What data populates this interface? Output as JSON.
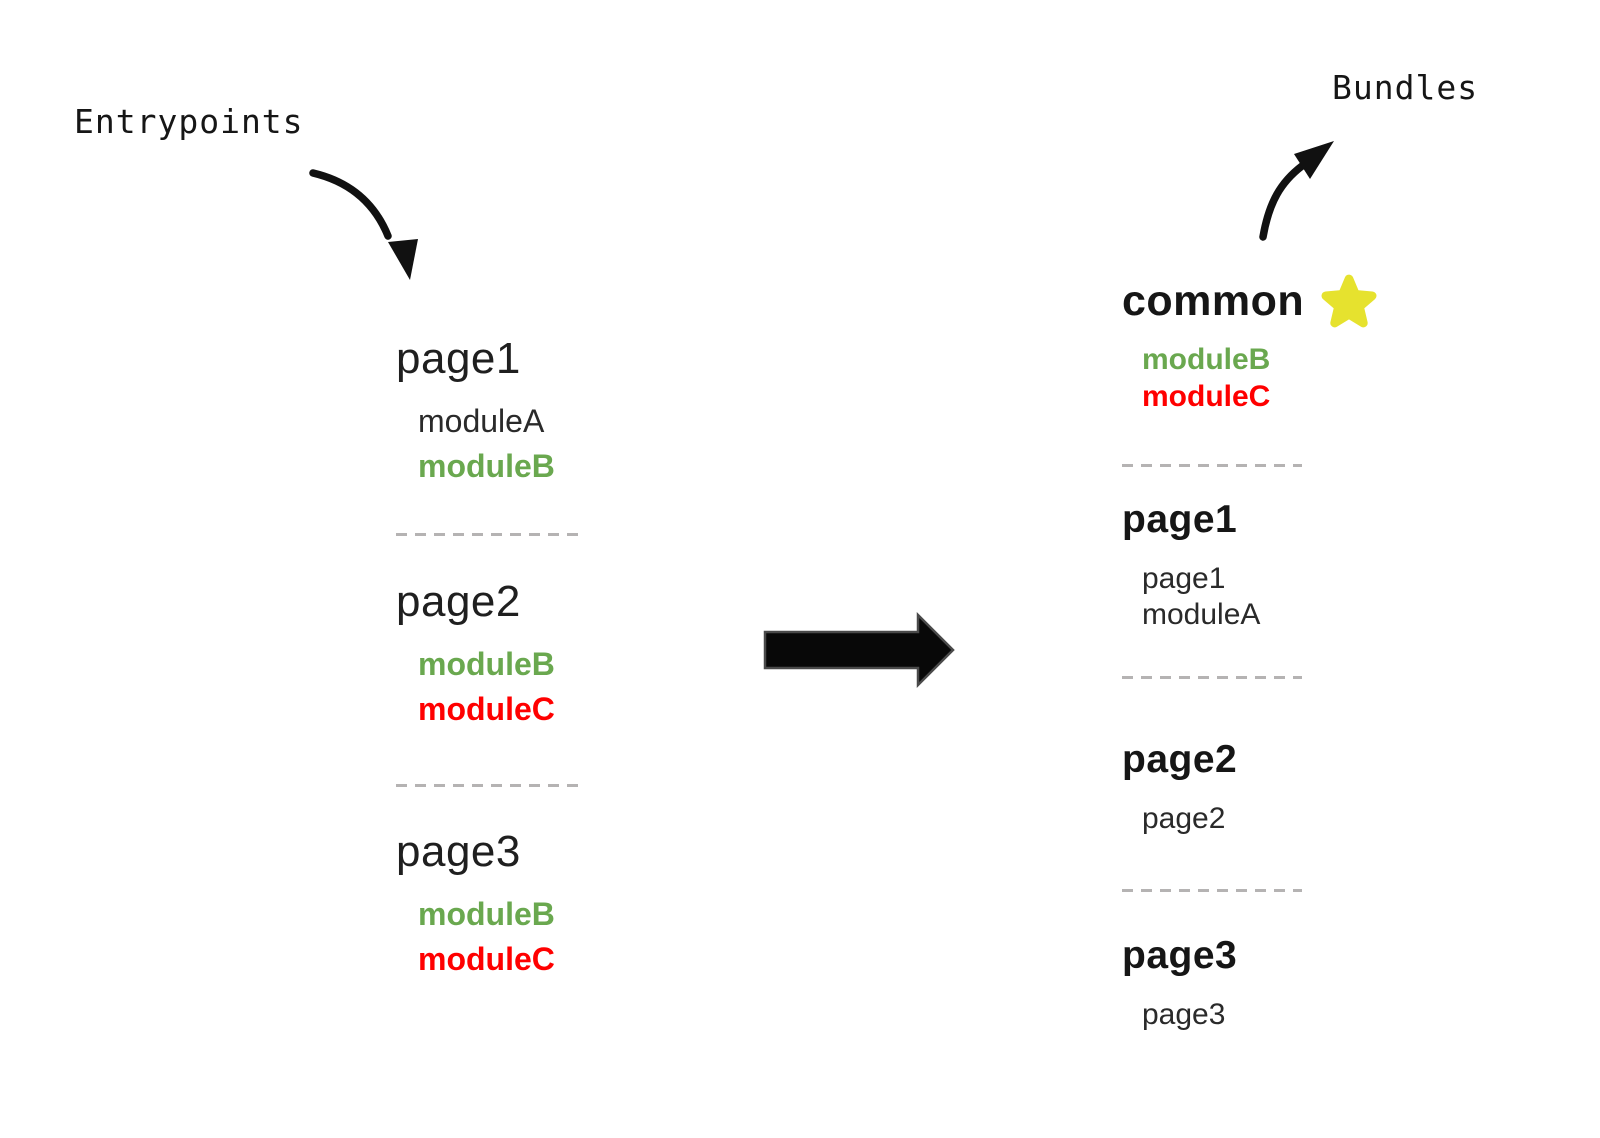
{
  "colors": {
    "bg": "#ffffff",
    "ink": "#161616",
    "green": "#6aa84f",
    "red": "#ff0000",
    "star": "#e6e22e",
    "dash": "#b5b3b3",
    "arrow": "#111111",
    "bigArrowFill": "#080808",
    "bigArrowStroke": "#4a4a4a"
  },
  "labels": {
    "entrypoints": "Entrypoints",
    "bundles": "Bundles"
  },
  "icons": {
    "common_badge": "star-icon",
    "flow": "right-arrow-icon",
    "entry_pointer": "curved-arrow-icon",
    "bundle_pointer": "curved-arrow-icon"
  },
  "entrypoints": [
    {
      "title": "page1",
      "modules": [
        {
          "name": "moduleA",
          "color": "black",
          "bold": false
        },
        {
          "name": "moduleB",
          "color": "green",
          "bold": true
        }
      ]
    },
    {
      "title": "page2",
      "modules": [
        {
          "name": "moduleB",
          "color": "green",
          "bold": true
        },
        {
          "name": "moduleC",
          "color": "red",
          "bold": true
        }
      ]
    },
    {
      "title": "page3",
      "modules": [
        {
          "name": "moduleB",
          "color": "green",
          "bold": true
        },
        {
          "name": "moduleC",
          "color": "red",
          "bold": true
        }
      ]
    }
  ],
  "bundles": [
    {
      "title": "common",
      "starred": true,
      "modules": [
        {
          "name": "moduleB",
          "color": "green",
          "bold": true
        },
        {
          "name": "moduleC",
          "color": "red",
          "bold": true
        }
      ]
    },
    {
      "title": "page1",
      "starred": false,
      "modules": [
        {
          "name": "page1",
          "color": "black",
          "bold": false
        },
        {
          "name": "moduleA",
          "color": "black",
          "bold": false
        }
      ]
    },
    {
      "title": "page2",
      "starred": false,
      "modules": [
        {
          "name": "page2",
          "color": "black",
          "bold": false
        }
      ]
    },
    {
      "title": "page3",
      "starred": false,
      "modules": [
        {
          "name": "page3",
          "color": "black",
          "bold": false
        }
      ]
    }
  ]
}
